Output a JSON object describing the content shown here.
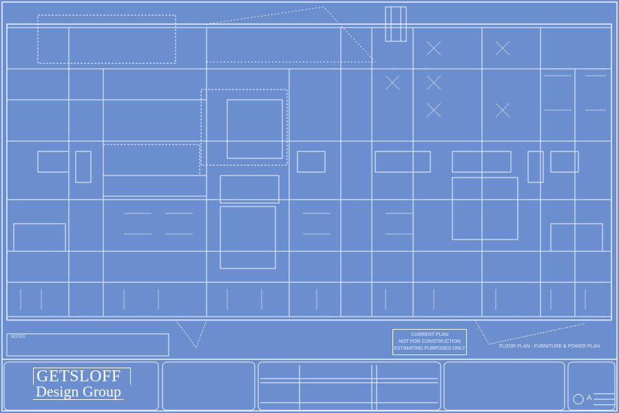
{
  "title_block": {
    "company_line1": "GETSLOFF",
    "company_line2": "Design Group",
    "sheet_id": "A"
  },
  "stamp": {
    "line1": "CURRENT PLAN",
    "line2": "NOT FOR CONSTRUCTION",
    "line3": "ESTIMATING PURPOSES ONLY"
  },
  "plan_title": "FLOOR PLAN - FURNITURE & POWER PLAN",
  "notes_heading": "NOTES",
  "colors": {
    "background": "#6b8fce",
    "lines": "#ffffff"
  }
}
